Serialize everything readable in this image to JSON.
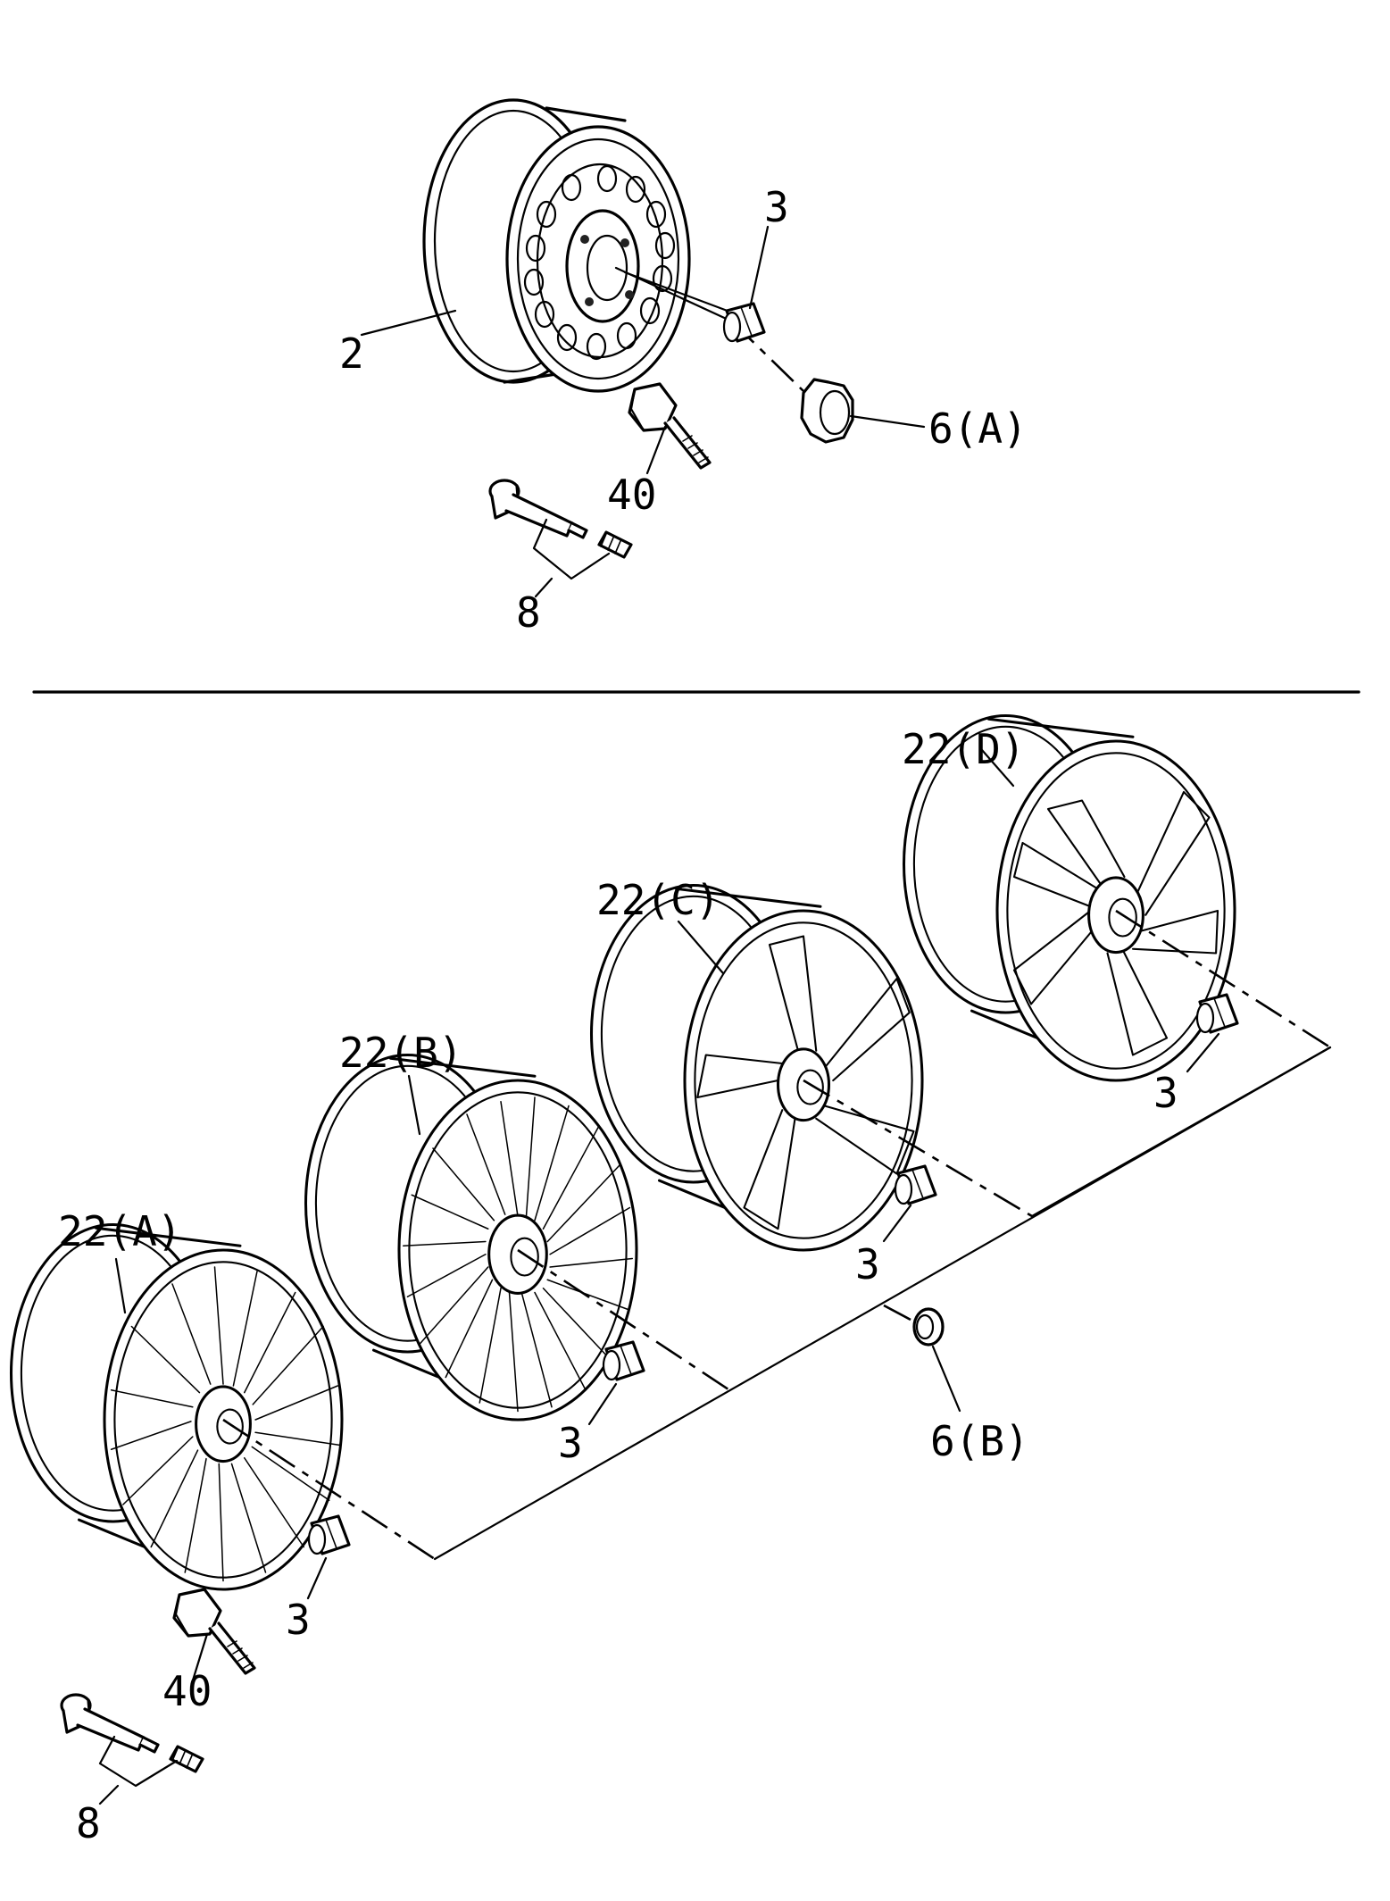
{
  "labels": {
    "top_rim": "2",
    "top_nut": "3",
    "top_cap": "6(A)",
    "top_tpms": "40",
    "top_valve": "8",
    "wheel_d": "22(D)",
    "wheel_c": "22(C)",
    "wheel_b": "22(B)",
    "wheel_a": "22(A)",
    "nut_d": "3",
    "nut_c": "3",
    "nut_b": "3",
    "nut_a": "3",
    "cap_b": "6(B)",
    "bottom_tpms": "40",
    "bottom_valve": "8"
  },
  "colors": {
    "line": "#000000",
    "background": "#ffffff"
  }
}
